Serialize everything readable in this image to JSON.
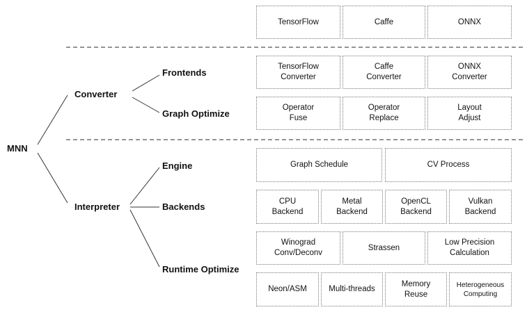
{
  "tree": {
    "root": "MNN",
    "converter": {
      "label": "Converter",
      "children": [
        "Frontends",
        "Graph Optimize"
      ]
    },
    "interpreter": {
      "label": "Interpreter",
      "children": [
        "Engine",
        "Backends",
        "Runtime Optimize"
      ]
    }
  },
  "frameworks": [
    "TensorFlow",
    "Caffe",
    "ONNX"
  ],
  "frontends": [
    "TensorFlow\nConverter",
    "Caffe\nConverter",
    "ONNX\nConverter"
  ],
  "graph_optimize": [
    "Operator\nFuse",
    "Operator\nReplace",
    "Layout\nAdjust"
  ],
  "engine": [
    "Graph Schedule",
    "CV Process"
  ],
  "backends": [
    "CPU\nBackend",
    "Metal\nBackend",
    "OpenCL\nBackend",
    "Vulkan\nBackend"
  ],
  "runtime_optimize_row1": [
    "Winograd\nConv/Deconv",
    "Strassen",
    "Low Precision\nCalculation"
  ],
  "runtime_optimize_row2": [
    "Neon/ASM",
    "Multi-threads",
    "Memory\nReuse",
    "Heterogeneous\nComputing"
  ]
}
